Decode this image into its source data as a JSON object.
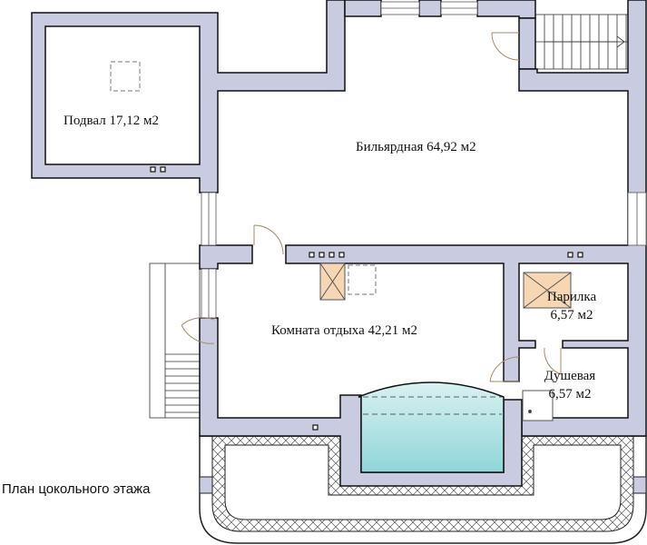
{
  "caption": "План цокольного этажа",
  "rooms": [
    {
      "name": "Подвал",
      "area": "17,12 м2"
    },
    {
      "name": "Бильярдная",
      "area": "64,92 м2"
    },
    {
      "name": "Комната отдыха",
      "area": "42,21 м2"
    },
    {
      "name": "Парилка",
      "area": "6,57 м2"
    },
    {
      "name": "Душевая",
      "area": "6,57 м2"
    }
  ],
  "colors": {
    "wall": "#c9cbe0",
    "pool": "#8fd6d8",
    "stove": "#f7d6b4",
    "hatch": "#444444"
  }
}
